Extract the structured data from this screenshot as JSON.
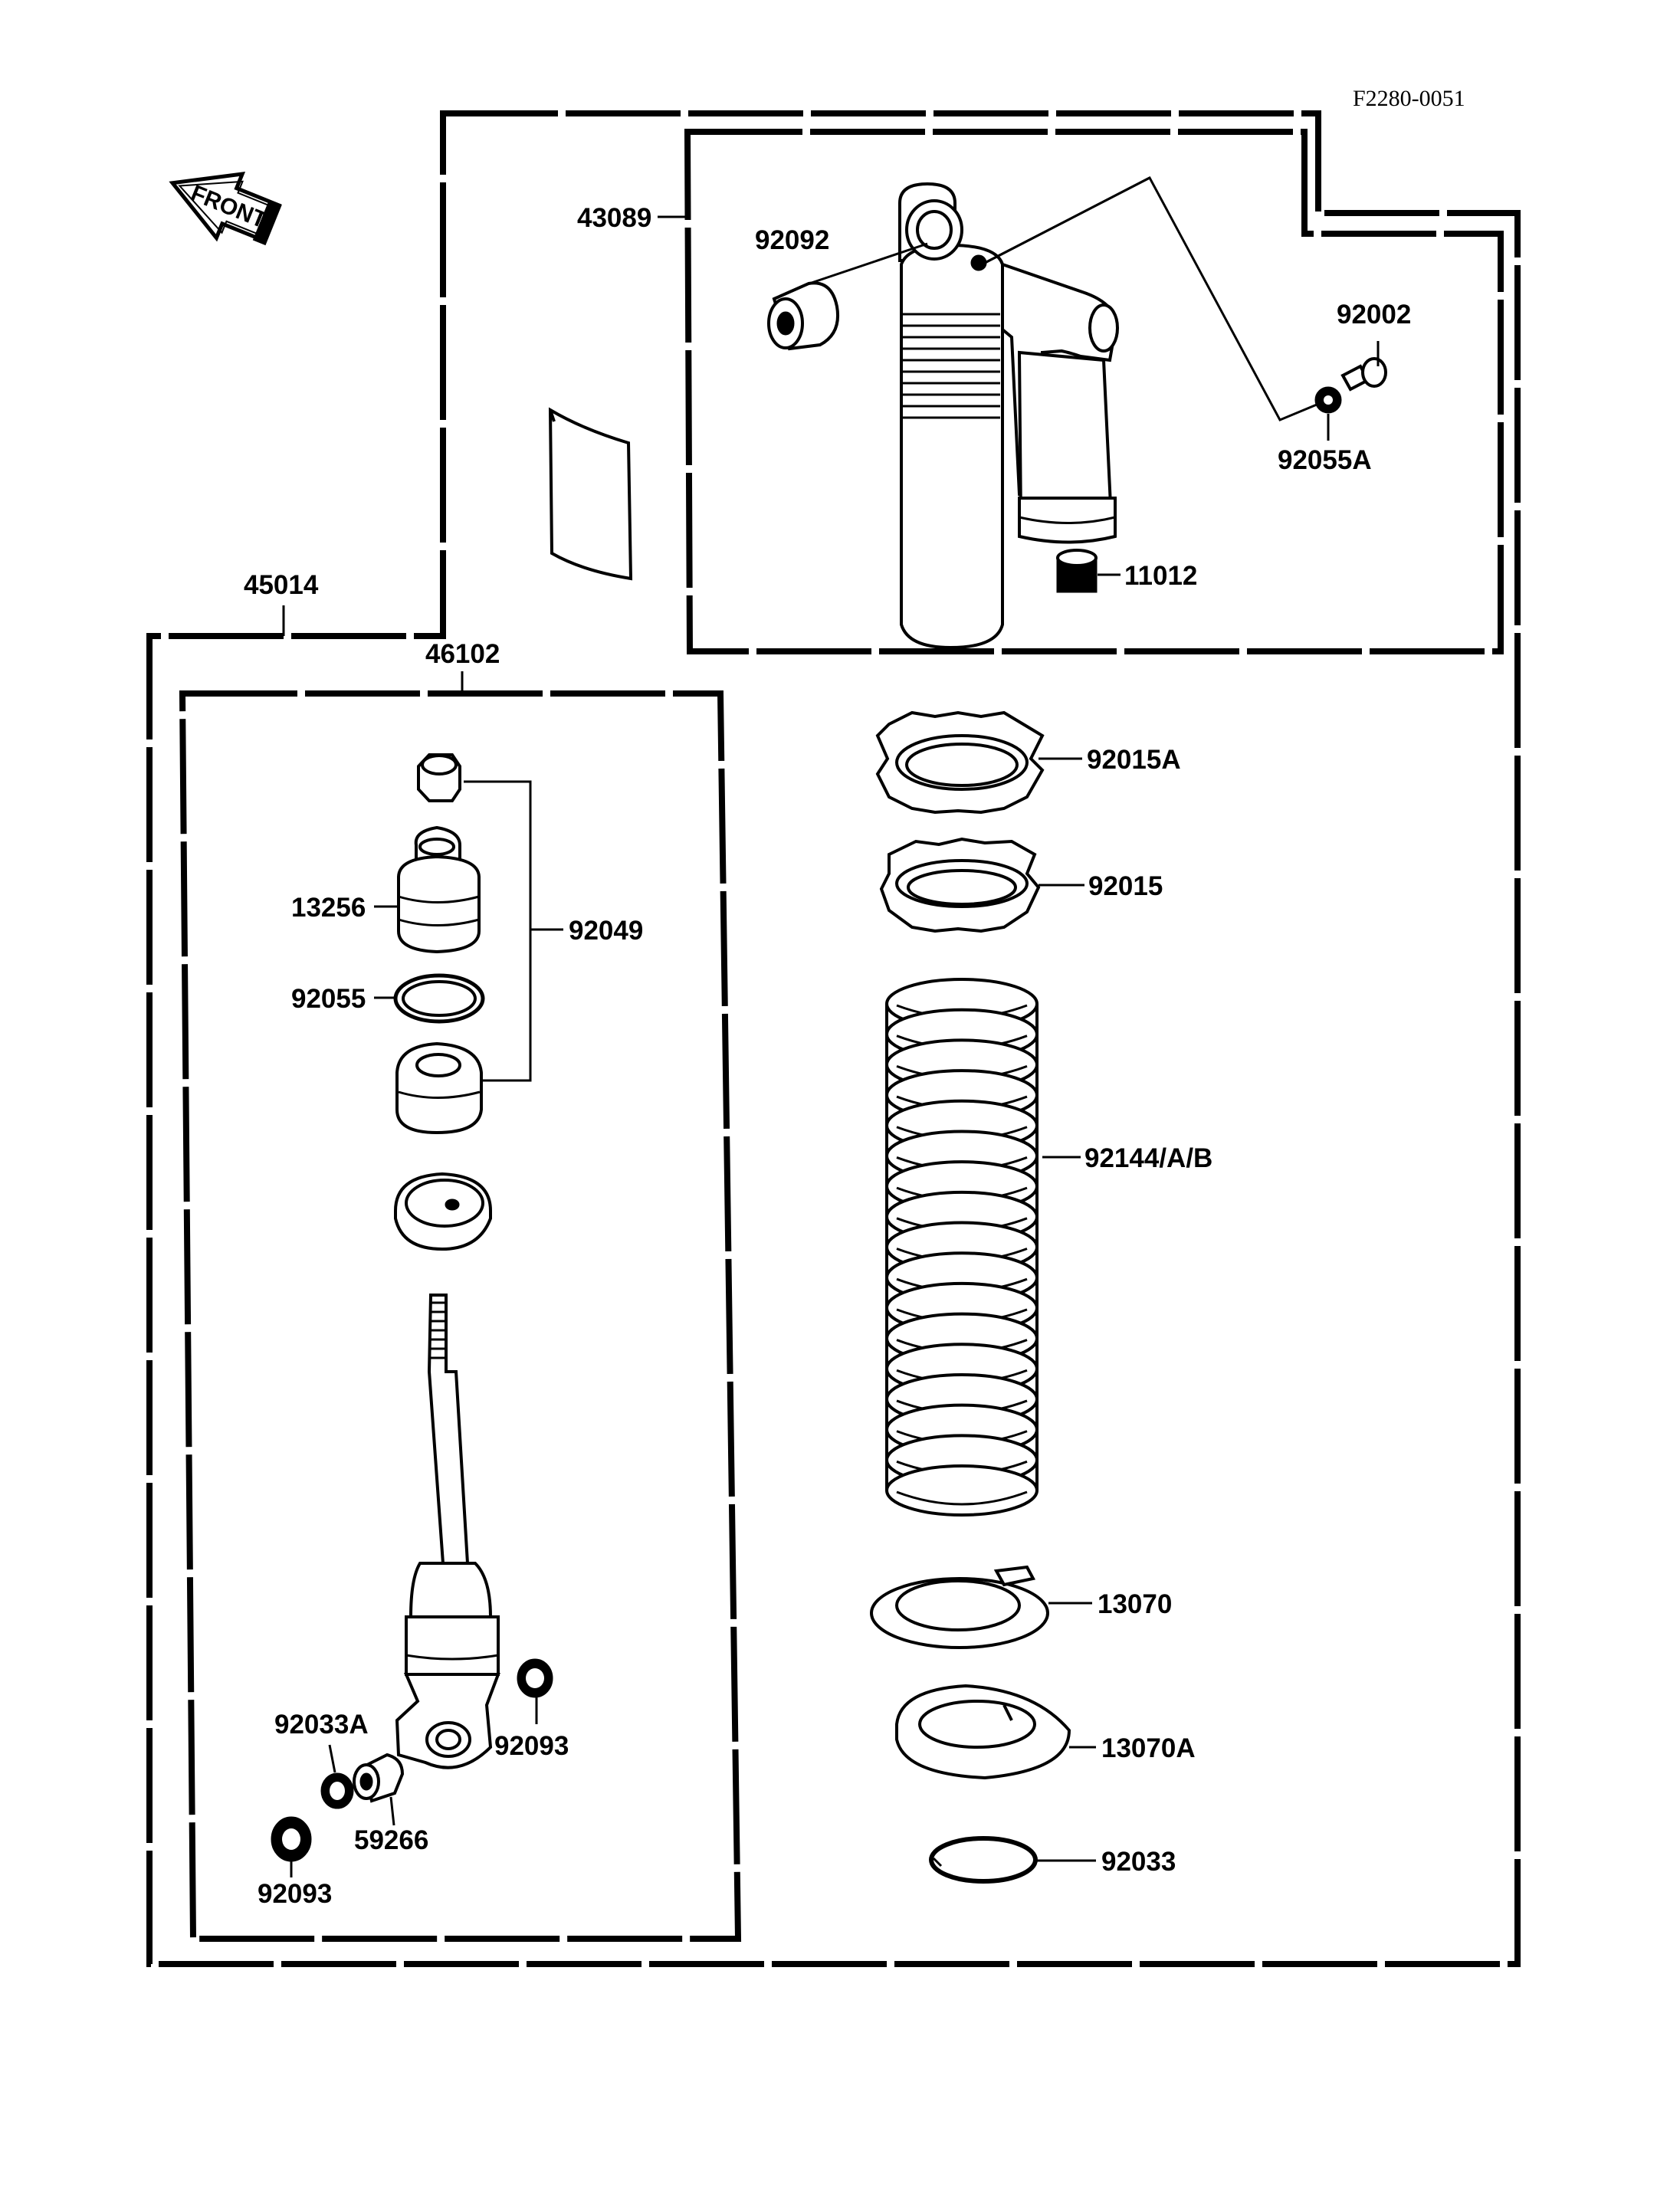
{
  "drawing_ref": "F2280-0051",
  "front_label": "FRONT",
  "colors": {
    "line": "#000000",
    "background": "#ffffff"
  },
  "labels": {
    "p43089": "43089",
    "p92092": "92092",
    "p92002": "92002",
    "p92055A": "92055A",
    "p11012": "11012",
    "p45014": "45014",
    "p46102": "46102",
    "p92015A": "92015A",
    "p92015": "92015",
    "p13256": "13256",
    "p92049": "92049",
    "p92055": "92055",
    "p92144AB": "92144/A/B",
    "p13070": "13070",
    "p92033A": "92033A",
    "p92093_right": "92093",
    "p13070A": "13070A",
    "p59266": "59266",
    "p92093_left": "92093",
    "p92033": "92033"
  }
}
